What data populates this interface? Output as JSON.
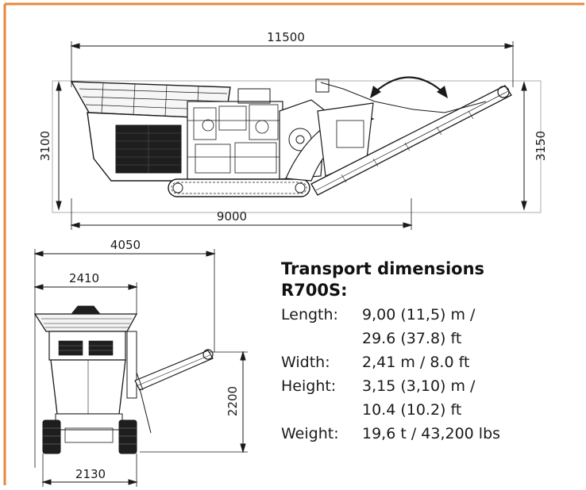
{
  "colors": {
    "frame": "#e8873a",
    "ink": "#1a1a1a",
    "guide": "#9a9a9a"
  },
  "side_view": {
    "overall_length": "11500",
    "height_left": "3100",
    "height_right": "3150",
    "track_length": "9000"
  },
  "front_view": {
    "overall_width": "4050",
    "body_width": "2410",
    "track_width": "2130",
    "conveyor_height": "2200"
  },
  "specs": {
    "title_line1": "Transport dimensions",
    "title_line2": "R700S:",
    "rows": [
      {
        "label": "Length:",
        "lines": [
          "9,00 (11,5) m /",
          "29.6 (37.8) ft"
        ]
      },
      {
        "label": "Width:",
        "lines": [
          "2,41 m / 8.0 ft"
        ]
      },
      {
        "label": "Height:",
        "lines": [
          "3,15 (3,10) m /",
          "10.4 (10.2) ft"
        ]
      },
      {
        "label": "Weight:",
        "lines": [
          "19,6 t / 43,200 lbs"
        ]
      }
    ]
  }
}
